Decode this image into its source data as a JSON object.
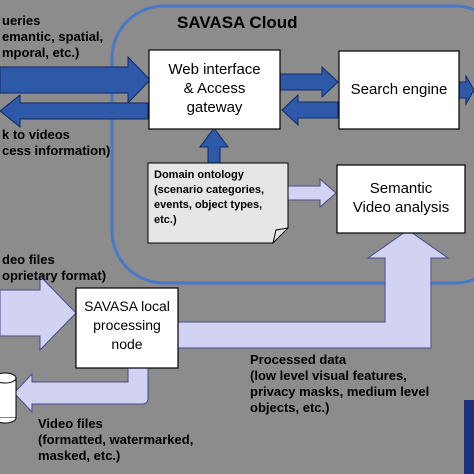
{
  "cloud": {
    "title": "SAVASA Cloud"
  },
  "queries": {
    "line1": "ueries",
    "line2": "emantic, spatial,",
    "line3": "mporal, etc.)"
  },
  "links": {
    "line1": "k to videos",
    "line2": "cess information)"
  },
  "video_in": {
    "line1": "deo files",
    "line2": "oprietary format)"
  },
  "web_interface": {
    "line1": "Web interface",
    "line2": "& Access",
    "line3": "gateway"
  },
  "search_engine": {
    "label": "Search engine"
  },
  "ontology": {
    "title": "Domain ontology",
    "line1": "(scenario categories,",
    "line2": "events, object types,",
    "line3": "etc.)"
  },
  "semantic": {
    "line1": "Semantic",
    "line2": "Video analysis"
  },
  "local_node": {
    "line1": "SAVASA local",
    "line2": "processing",
    "line3": "node"
  },
  "processed": {
    "title": "Processed data",
    "line1": "(low level visual features,",
    "line2": "privacy masks, medium level",
    "line3": "objects, etc.)"
  },
  "video_out": {
    "title": "Video files",
    "line1": "(formatted, watermarked,",
    "line2": "masked, etc.)"
  },
  "colors": {
    "arrow_blue": "#2e58a8",
    "arrow_lavender": "#d2d2f2",
    "cloud_border": "#4a78c8",
    "background": "#8c8c8c"
  }
}
